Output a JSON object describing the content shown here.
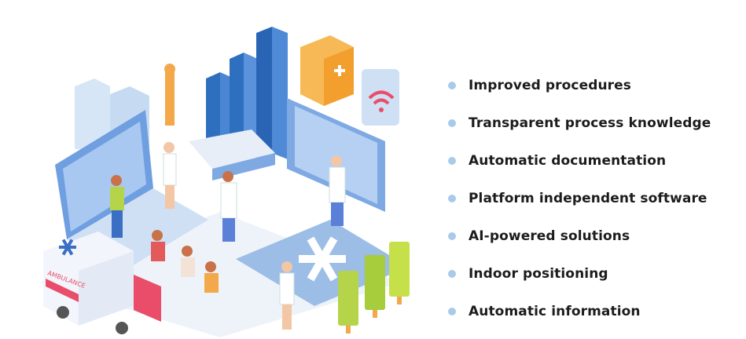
{
  "illustration": {
    "ambulance_text": "AMBULANCE"
  },
  "features": [
    "Improved procedures",
    "Transparent process knowledge",
    "Automatic documentation",
    "Platform independent software",
    "AI-powered solutions",
    "Indoor positioning",
    "Automatic information"
  ],
  "colors": {
    "bullet": "#a9cbe8",
    "text": "#1c1c1c",
    "accent_blue": "#2f6fc0"
  }
}
